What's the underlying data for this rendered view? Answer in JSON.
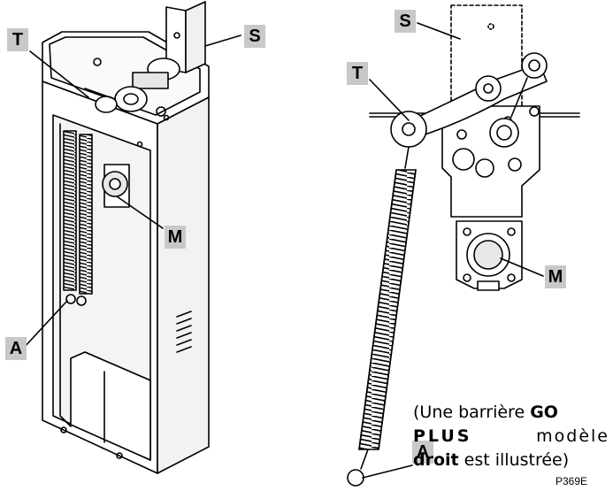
{
  "callouts": {
    "left": {
      "T": "T",
      "S": "S",
      "M": "M",
      "A": "A"
    },
    "right": {
      "S": "S",
      "T": "T",
      "M": "M",
      "A": "A"
    }
  },
  "caption": {
    "open": "(Une barrière ",
    "bold1": "GO",
    "bold2": "PLUS",
    "word_model": "modèle",
    "bold3": "droit",
    "rest": " est illustrée)"
  },
  "figure_code": "P369E",
  "colors": {
    "callout_bg": "#c8c8c8",
    "line": "#000000"
  }
}
